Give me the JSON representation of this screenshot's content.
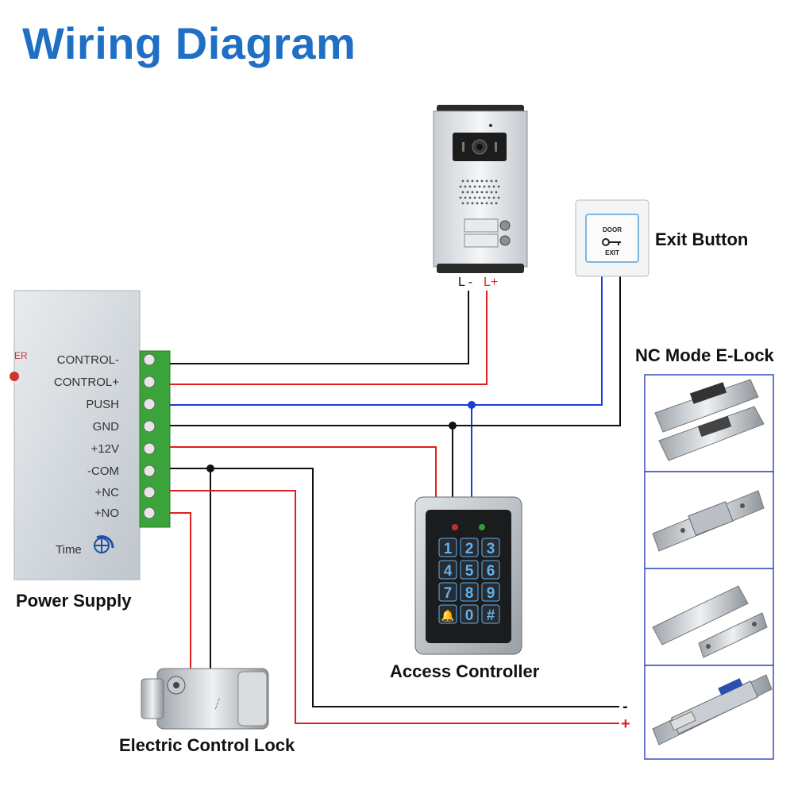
{
  "title": "Wiring Diagram",
  "components": {
    "power_supply": {
      "label": "Power Supply",
      "partial_text": "ER",
      "terminals": [
        "CONTROL-",
        "CONTROL+",
        "PUSH",
        "GND",
        "+12V",
        "-COM",
        "+NC",
        "+NO"
      ],
      "time_label": "Time"
    },
    "intercom": {
      "terminal_neg": "L -",
      "terminal_pos": "L+"
    },
    "exit_button": {
      "label": "Exit Button",
      "face_top": "DOOR",
      "face_bottom": "EXIT"
    },
    "nc_locks": {
      "label": "NC Mode E-Lock"
    },
    "access_controller": {
      "label": "Access Controller",
      "keys": [
        "1",
        "2",
        "3",
        "4",
        "5",
        "6",
        "7",
        "8",
        "9",
        "🔔",
        "0",
        "#"
      ]
    },
    "electric_lock": {
      "label": "Electric Control Lock"
    },
    "output_terminals": {
      "neg": "-",
      "pos": "+"
    }
  },
  "colors": {
    "title": "#1f6fc4",
    "wire_black": "#111111",
    "wire_red": "#e02020",
    "wire_blue": "#1a3fd6",
    "terminal_green": "#3aa33a",
    "panel_border": "#3a4fbf"
  }
}
